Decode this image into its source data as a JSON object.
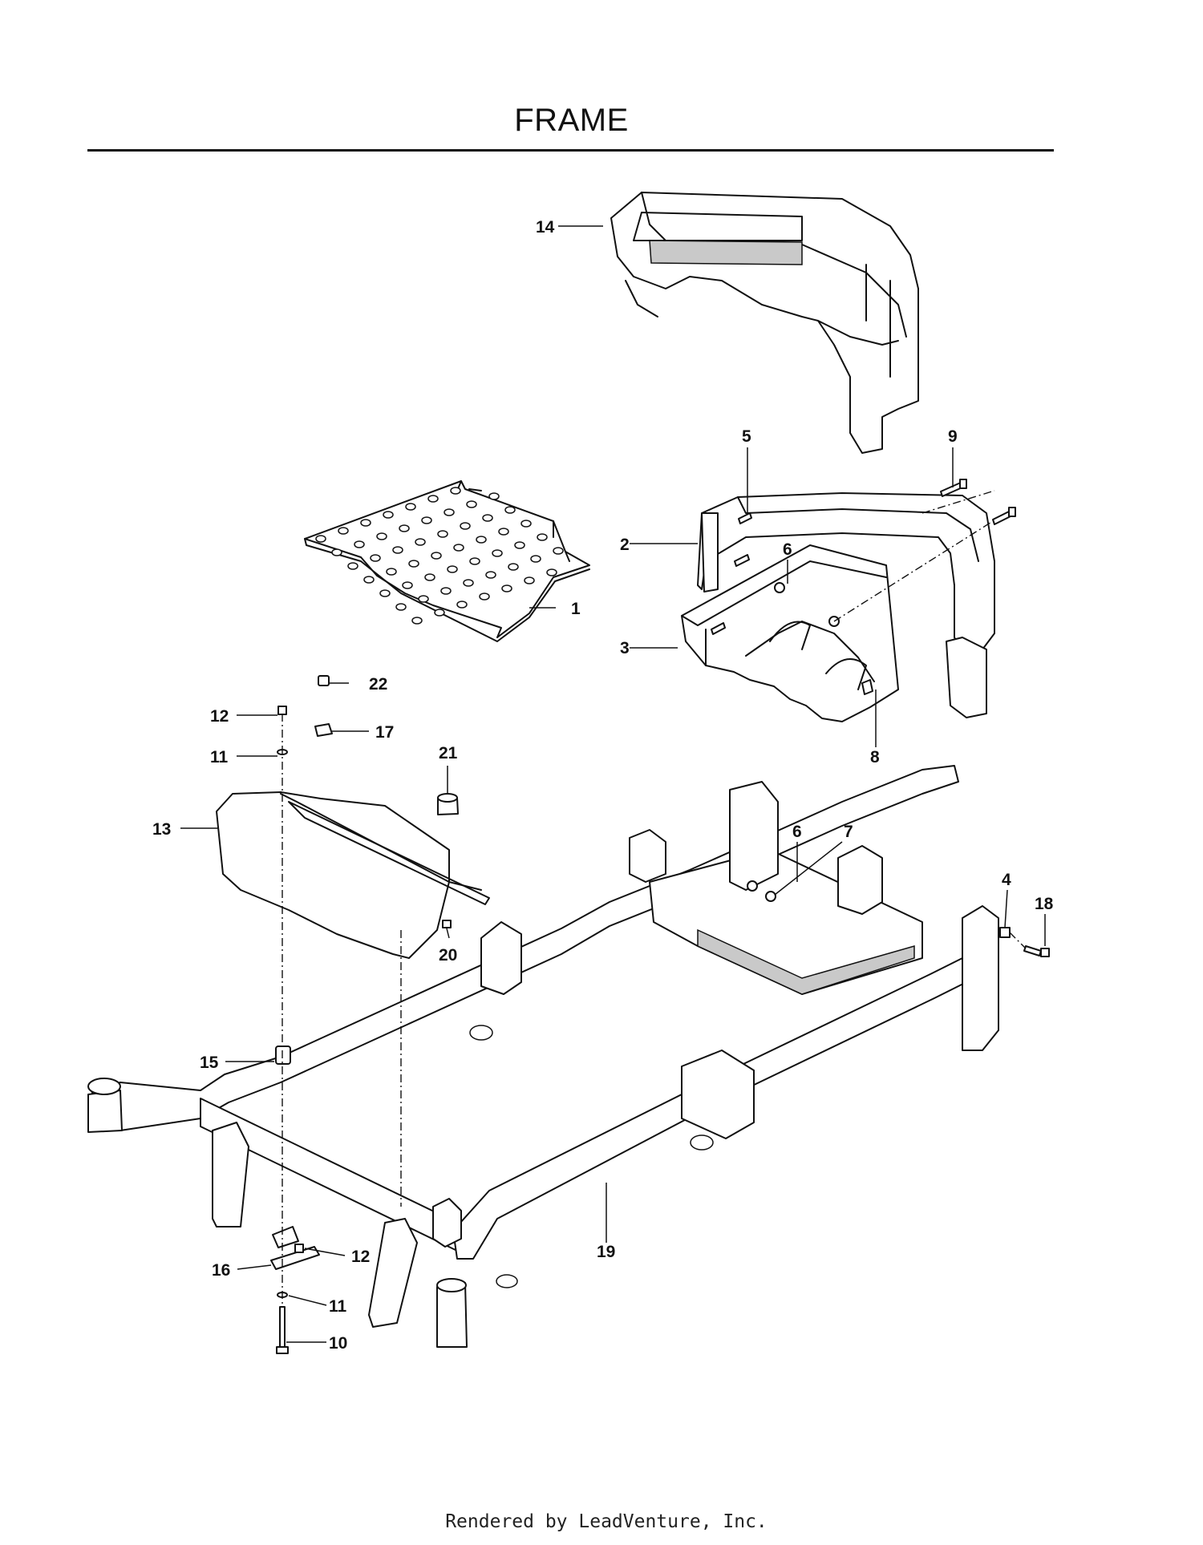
{
  "title": "FRAME",
  "footer": "Rendered by LeadVenture, Inc.",
  "parts": [
    {
      "id": "p1",
      "label": "1"
    },
    {
      "id": "p2",
      "label": "2"
    },
    {
      "id": "p3",
      "label": "3"
    },
    {
      "id": "p4",
      "label": "4"
    },
    {
      "id": "p5",
      "label": "5"
    },
    {
      "id": "p6a",
      "label": "6"
    },
    {
      "id": "p6b",
      "label": "6"
    },
    {
      "id": "p7",
      "label": "7"
    },
    {
      "id": "p8",
      "label": "8"
    },
    {
      "id": "p9",
      "label": "9"
    },
    {
      "id": "p10",
      "label": "10"
    },
    {
      "id": "p11a",
      "label": "11"
    },
    {
      "id": "p11b",
      "label": "11"
    },
    {
      "id": "p12a",
      "label": "12"
    },
    {
      "id": "p12b",
      "label": "12"
    },
    {
      "id": "p13",
      "label": "13"
    },
    {
      "id": "p14",
      "label": "14"
    },
    {
      "id": "p15",
      "label": "15"
    },
    {
      "id": "p16",
      "label": "16"
    },
    {
      "id": "p17",
      "label": "17"
    },
    {
      "id": "p18",
      "label": "18"
    },
    {
      "id": "p19",
      "label": "19"
    },
    {
      "id": "p20",
      "label": "20"
    },
    {
      "id": "p21",
      "label": "21"
    },
    {
      "id": "p22",
      "label": "22"
    }
  ]
}
